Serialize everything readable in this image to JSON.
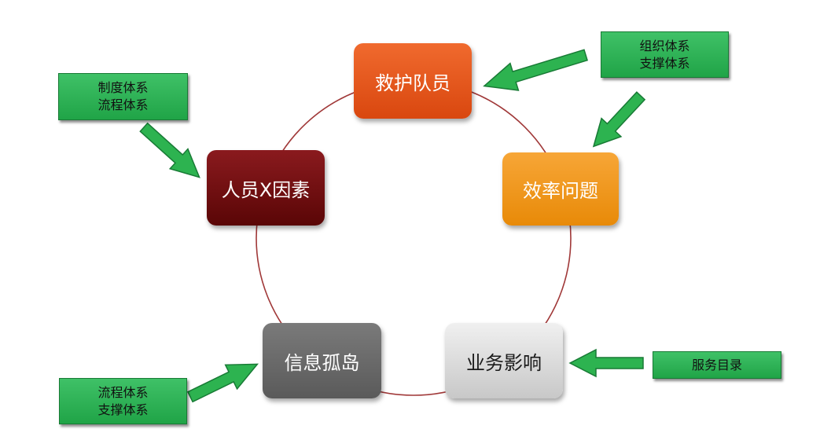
{
  "nodes": {
    "rescue": "救护队员",
    "efficiency": "效率问题",
    "human_factor": "人员X因素",
    "info_island": "信息孤岛",
    "business_impact": "业务影响"
  },
  "tags": {
    "system_process": {
      "line1": "制度体系",
      "line2": "流程体系"
    },
    "org_support": {
      "line1": "组织体系",
      "line2": "支撑体系"
    },
    "process_support": {
      "line1": "流程体系",
      "line2": "支撑体系"
    },
    "service_catalog": {
      "line1": "服务目录"
    }
  },
  "colors": {
    "cycle_ring": "#a03838",
    "arrow_fill": "#2db350",
    "arrow_stroke": "#187a35",
    "rescue": "#e4561b",
    "efficiency": "#f19b1f",
    "human_factor": "#6e0e12",
    "info_island": "#666666",
    "business_impact": "#dcdcdc",
    "tag": "#2eb357"
  }
}
